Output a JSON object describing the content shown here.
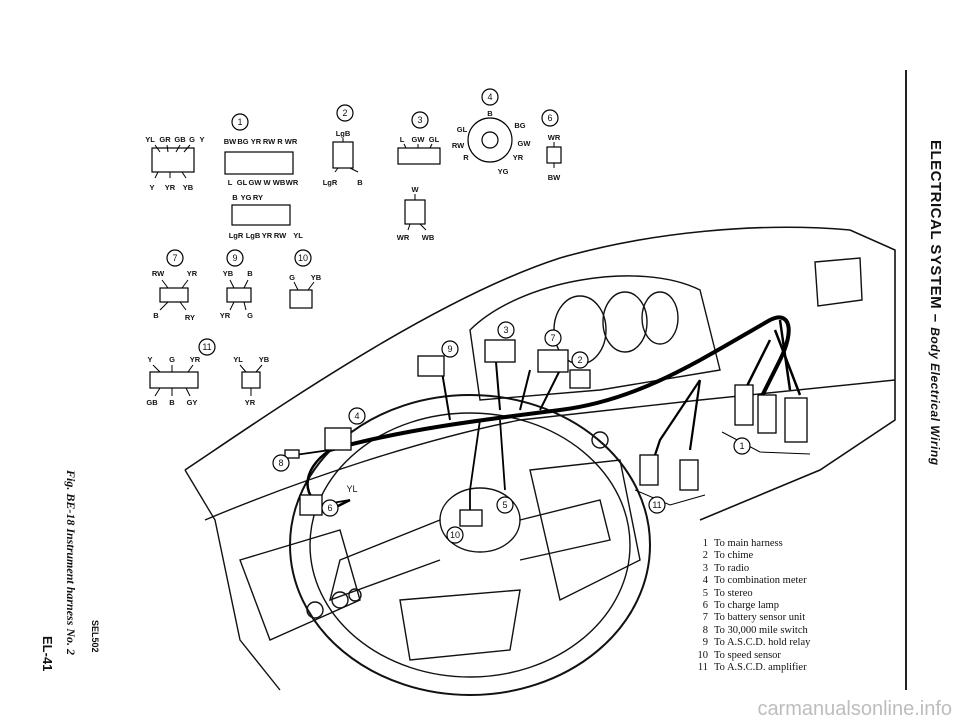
{
  "side_title": {
    "main": "ELECTRICAL SYSTEM",
    "sep": " – ",
    "sub": "Body Electrical Wiring"
  },
  "figure_caption": "Fig. BE-18 Instrument harness No. 2",
  "figure_code": "SEL502",
  "page_number": "EL-41",
  "watermark": "carmanualsonline.info",
  "legend": [
    {
      "num": "1",
      "text": "To main harness"
    },
    {
      "num": "2",
      "text": "To chime"
    },
    {
      "num": "3",
      "text": "To radio"
    },
    {
      "num": "4",
      "text": "To combination meter"
    },
    {
      "num": "5",
      "text": "To stereo"
    },
    {
      "num": "6",
      "text": "To charge lamp"
    },
    {
      "num": "7",
      "text": "To battery sensor unit"
    },
    {
      "num": "8",
      "text": "To 30,000 mile switch"
    },
    {
      "num": "9",
      "text": "To A.S.C.D. hold relay"
    },
    {
      "num": "10",
      "text": "To speed sensor"
    },
    {
      "num": "11",
      "text": "To A.S.C.D. amplifier"
    }
  ],
  "connectors": {
    "c1": {
      "num": "1",
      "top": [
        "YL",
        "GR",
        "GB",
        "G",
        "Y"
      ],
      "bottom": [
        "Y",
        "YR",
        "YB"
      ]
    },
    "c1b": {
      "top": [
        "BW",
        "BG",
        "YR",
        "RW",
        "R",
        "WR"
      ],
      "bottom": [
        "L",
        "GL",
        "GW",
        "W",
        "WB",
        "WR"
      ]
    },
    "c1c": {
      "top": [
        "B",
        "YG",
        "RY"
      ],
      "bottom": [
        "LgR",
        "LgB",
        "YR",
        "RW",
        "YL"
      ]
    },
    "c2": {
      "num": "2",
      "top": [
        "LgB"
      ],
      "bottom": [
        "LgR",
        "B"
      ]
    },
    "c3": {
      "num": "3",
      "top": [
        "L",
        "GW",
        "GL"
      ],
      "bottom": [
        "W"
      ],
      "lower": [
        "WR",
        "WB"
      ]
    },
    "c4": {
      "num": "4",
      "pins": [
        "B",
        "BG",
        "GW",
        "YR",
        "YG",
        "R",
        "RW",
        "GL"
      ]
    },
    "c6": {
      "num": "6",
      "top": [
        "WR"
      ],
      "bottom": [
        "BW"
      ]
    },
    "c7": {
      "num": "7",
      "top": [
        "RW",
        "YR"
      ],
      "bottom": [
        "B",
        "RY"
      ]
    },
    "c9": {
      "num": "9",
      "top": [
        "YB",
        "B"
      ],
      "bottom": [
        "YR",
        "G"
      ]
    },
    "c10": {
      "num": "10",
      "top": [
        "G",
        "YB"
      ]
    },
    "c11": {
      "num": "11",
      "top": [
        "Y",
        "G",
        "YR"
      ],
      "bottom": [
        "GB",
        "B",
        "GY"
      ]
    },
    "c11b": {
      "top": [
        "YL",
        "YB"
      ],
      "bottom": [
        "YR"
      ]
    }
  },
  "callouts": [
    "1",
    "2",
    "3",
    "4",
    "5",
    "6",
    "7",
    "8",
    "9",
    "10",
    "11"
  ],
  "wire_label": "YL"
}
